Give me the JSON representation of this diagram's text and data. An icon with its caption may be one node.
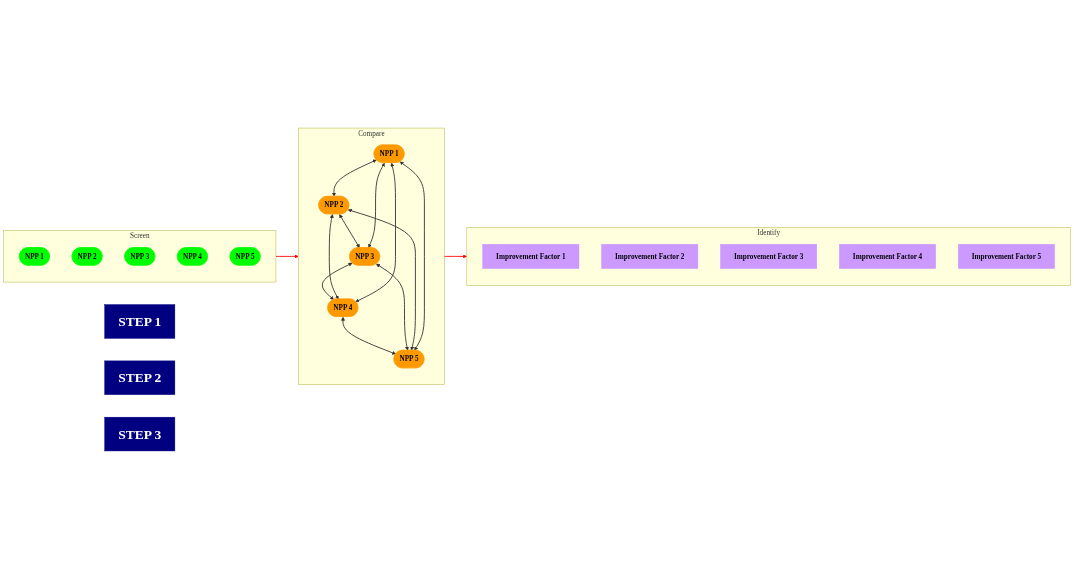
{
  "diagram": {
    "nodes": [
      {
        "text": [
          "Screen"
        ]
      },
      {
        "text": [
          "NPP 1"
        ],
        "in": 0
      },
      {
        "text": [
          "NPP 2"
        ],
        "in": 0
      },
      {
        "text": [
          "NPP 3"
        ],
        "in": 0
      },
      {
        "text": [
          "NPP 4"
        ],
        "in": 0
      },
      {
        "text": [
          "NPP 5"
        ],
        "in": 0
      },
      {
        "text": [
          "STEP 1"
        ]
      },
      {
        "text": [
          "Compare"
        ]
      },
      {
        "text": [
          "NPP 1"
        ],
        "in": 7
      },
      {
        "text": [
          "NPP 2"
        ],
        "in": 7
      },
      {
        "text": [
          "NPP 3"
        ],
        "in": 7
      },
      {
        "text": [
          "NPP 4"
        ],
        "in": 7
      },
      {
        "text": [
          "NPP 5"
        ],
        "in": 7
      },
      {
        "text": [
          "STEP 2"
        ]
      },
      {
        "text": [
          "Identify"
        ]
      },
      {
        "text": [
          "Improvement Factor 1"
        ],
        "in": 14
      },
      {
        "text": [
          "Improvement Factor 2"
        ],
        "in": 14
      },
      {
        "text": [
          "Improvement Factor 3"
        ],
        "in": 14
      },
      {
        "text": [
          "Improvement Factor 4"
        ],
        "in": 14
      },
      {
        "text": [
          "Improvement Factor 5"
        ],
        "in": 14
      },
      {
        "text": [
          "STEP 3"
        ]
      }
    ],
    "edges": [
      {
        "from": 0,
        "to": 7,
        "arrow": "to",
        "color": "#ff0000"
      },
      {
        "from": 7,
        "to": 14,
        "arrow": "to",
        "color": "#ff0000"
      },
      {
        "from": 8,
        "to": 9,
        "arrow": "both"
      },
      {
        "from": 9,
        "to": 10,
        "arrow": "both"
      },
      {
        "from": 10,
        "to": 11,
        "arrow": "both"
      },
      {
        "from": 11,
        "to": 12,
        "arrow": "both"
      },
      {
        "from": 8,
        "to": 10,
        "arrow": "both"
      },
      {
        "from": 9,
        "to": 11,
        "arrow": "both"
      },
      {
        "from": 10,
        "to": 12,
        "arrow": "both"
      },
      {
        "from": 8,
        "to": 11,
        "arrow": "both"
      },
      {
        "from": 9,
        "to": 12,
        "arrow": "both"
      },
      {
        "from": 8,
        "to": 12,
        "arrow": "both"
      }
    ]
  }
}
